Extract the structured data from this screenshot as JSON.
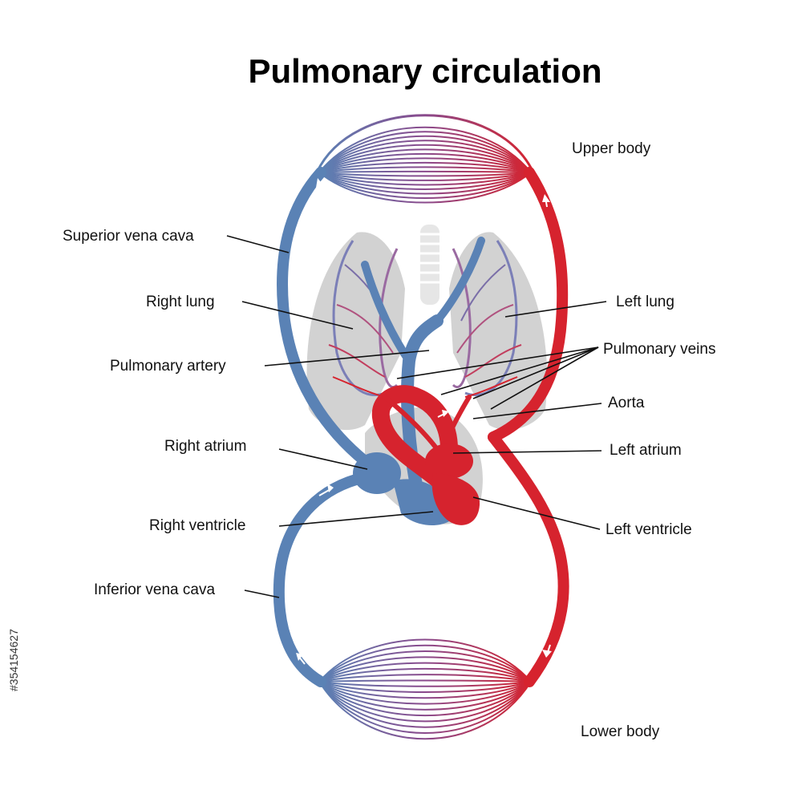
{
  "title": "Pulmonary circulation",
  "regions": {
    "upper": "Upper body",
    "lower": "Lower body"
  },
  "labels": {
    "superior_vena_cava": "Superior vena cava",
    "right_lung": "Right lung",
    "pulmonary_artery": "Pulmonary artery",
    "right_atrium": "Right atrium",
    "right_ventricle": "Right ventricle",
    "inferior_vena_cava": "Inferior vena cava",
    "left_lung": "Left lung",
    "pulmonary_veins": "Pulmonary veins",
    "aorta": "Aorta",
    "left_atrium": "Left atrium",
    "left_ventricle": "Left ventricle"
  },
  "stock_id": "#354154627",
  "colors": {
    "deoxygenated": "#5a82b5",
    "oxygenated": "#d6232e",
    "lung_shadow": "#d2d2d2"
  }
}
